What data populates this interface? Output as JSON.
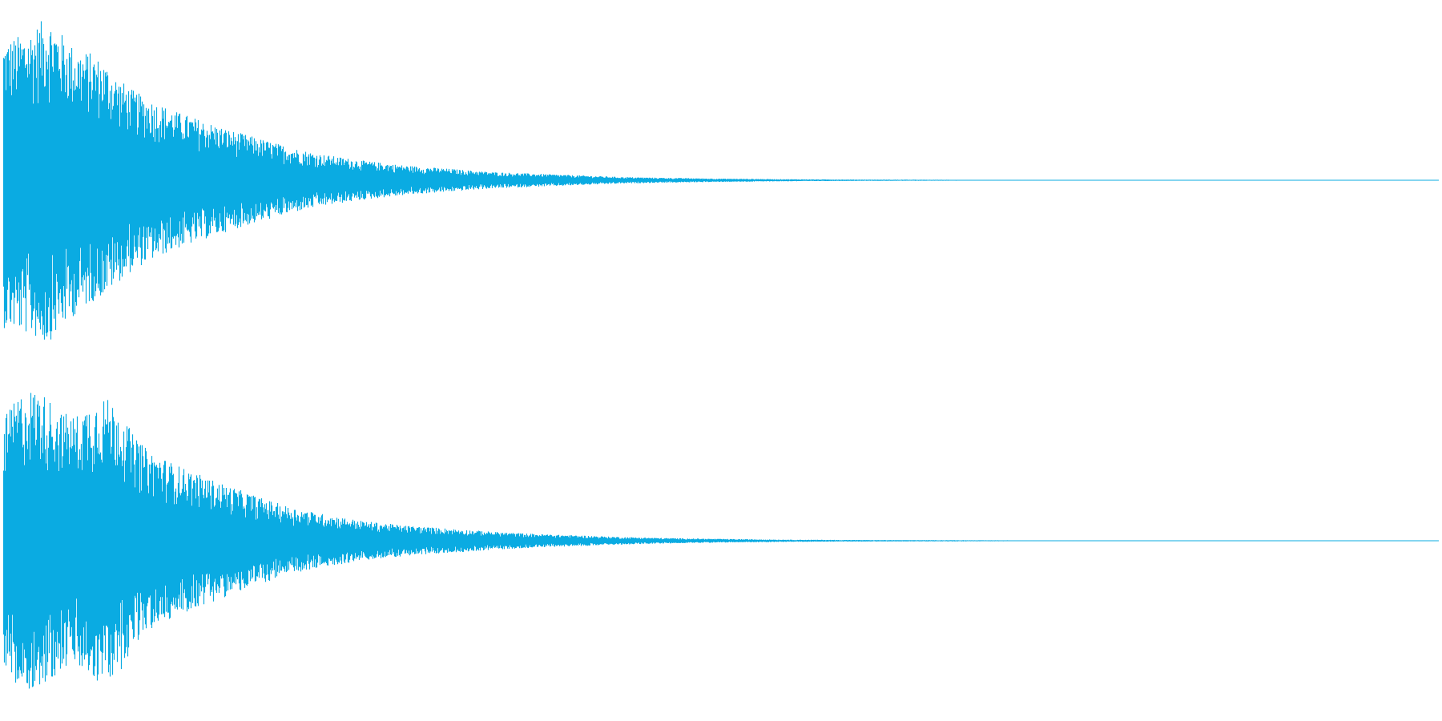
{
  "colors": {
    "background": "#ffffff",
    "waveform": "#0aabe2"
  },
  "chart_data": {
    "type": "area",
    "description_free": true,
    "grid": false,
    "legend": "none",
    "channels": [
      {
        "x": [
          0,
          0.01,
          0.02,
          0.03,
          0.04,
          0.05,
          0.06,
          0.07,
          0.08,
          0.09,
          0.1,
          0.12,
          0.14,
          0.16,
          0.18,
          0.2,
          0.22,
          0.25,
          0.28,
          0.31,
          0.34,
          0.37,
          0.4,
          0.43,
          0.46,
          0.5,
          0.55,
          0.6,
          0.7,
          0.8,
          0.9,
          1.0
        ],
        "envelope_upper": [
          0.85,
          0.88,
          0.92,
          1.0,
          0.9,
          0.8,
          0.78,
          0.72,
          0.62,
          0.55,
          0.5,
          0.42,
          0.36,
          0.3,
          0.25,
          0.2,
          0.16,
          0.12,
          0.09,
          0.07,
          0.05,
          0.04,
          0.03,
          0.02,
          0.015,
          0.01,
          0.006,
          0.004,
          0.002,
          0.001,
          0.001,
          0.001
        ],
        "envelope_lower": [
          -0.9,
          -0.92,
          -0.95,
          -1.0,
          -0.9,
          -0.82,
          -0.75,
          -0.7,
          -0.62,
          -0.55,
          -0.5,
          -0.42,
          -0.36,
          -0.3,
          -0.25,
          -0.2,
          -0.16,
          -0.12,
          -0.09,
          -0.07,
          -0.05,
          -0.04,
          -0.03,
          -0.02,
          -0.015,
          -0.01,
          -0.006,
          -0.004,
          -0.002,
          -0.001,
          -0.001,
          -0.001
        ]
      },
      {
        "x": [
          0,
          0.01,
          0.02,
          0.03,
          0.04,
          0.05,
          0.06,
          0.07,
          0.08,
          0.09,
          0.1,
          0.12,
          0.14,
          0.16,
          0.18,
          0.2,
          0.22,
          0.25,
          0.28,
          0.31,
          0.34,
          0.37,
          0.4,
          0.43,
          0.46,
          0.5,
          0.55,
          0.6,
          0.7,
          0.8,
          0.9,
          1.0
        ],
        "envelope_upper": [
          0.8,
          0.95,
          1.0,
          0.95,
          0.85,
          0.82,
          0.9,
          0.95,
          0.88,
          0.7,
          0.6,
          0.5,
          0.42,
          0.35,
          0.28,
          0.22,
          0.18,
          0.13,
          0.1,
          0.08,
          0.06,
          0.045,
          0.035,
          0.025,
          0.018,
          0.012,
          0.007,
          0.005,
          0.003,
          0.001,
          0.001,
          0.001
        ],
        "envelope_lower": [
          -0.85,
          -1.0,
          -0.97,
          -0.95,
          -0.85,
          -0.82,
          -0.92,
          -0.95,
          -0.88,
          -0.7,
          -0.6,
          -0.5,
          -0.42,
          -0.35,
          -0.28,
          -0.22,
          -0.18,
          -0.13,
          -0.1,
          -0.08,
          -0.06,
          -0.045,
          -0.035,
          -0.025,
          -0.018,
          -0.012,
          -0.007,
          -0.005,
          -0.003,
          -0.001,
          -0.001,
          -0.001
        ]
      }
    ],
    "xlim": [
      0,
      1
    ],
    "ylim": [
      -1,
      1
    ]
  }
}
